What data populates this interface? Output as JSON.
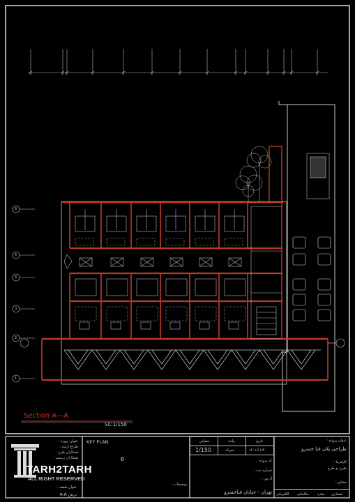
{
  "drawing": {
    "section_title": "Section A—A",
    "scale_note": "SC:1/150",
    "grid_markers": [
      "6",
      "5",
      "4",
      "3",
      "2",
      "1"
    ]
  },
  "title_block": {
    "left": {
      "project_title_label": "عنوان پروژه :",
      "roles": [
        "طراح ارشد :",
        "همکاران طرح :",
        "همکاران ترسیم :"
      ],
      "sheet_title_label": "عنوان نقشه :",
      "sheet_title_value": "برش A-A",
      "logo_text": "TARH2TARH",
      "logo_reg": "©",
      "rights": "ALL RIGHT RESERVED"
    },
    "key_plan": "KEY PLAN",
    "middle": {
      "h_date": "تاریخ",
      "h_unit": "واحد",
      "h_scale": "مقیاس",
      "date_value": "۱۴۰۱/۱۱/۳",
      "unit_value": "متریک",
      "scale_value": "1/150",
      "code_label": "کد پروژه :",
      "reg_label": "شماره ثبت :",
      "address_label": "آدرس :",
      "notes_label": "توضیحات :",
      "address_value": "تهران - خیابان فناخسرو"
    },
    "right": {
      "project_label": "عنوان پروژه :",
      "project_value": "طراحی پلان فنا خسرو",
      "employer_label": "کارفرما :",
      "employer_value": "طرح تو طرح",
      "consultant_label": "مشاور :",
      "disciplines": [
        "معماری",
        "سازه",
        "مکانیکی",
        "الکتریکی"
      ]
    }
  }
}
